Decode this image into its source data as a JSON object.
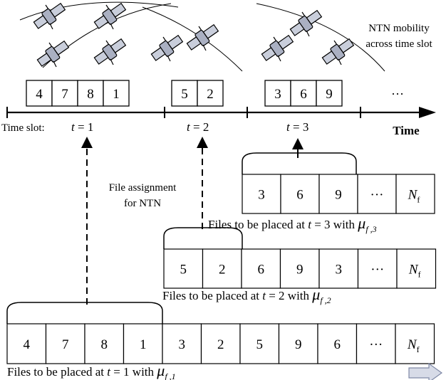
{
  "annotation": {
    "ntn_mobility_line1": "NTN mobility",
    "ntn_mobility_line2": "across time slot",
    "file_assign_line1": "File assignment",
    "file_assign_line2": "for NTN"
  },
  "timeline": {
    "label": "Time",
    "slot_prefix": "Time slot:",
    "slots": [
      {
        "t": "1",
        "boxes": [
          "4",
          "7",
          "8",
          "1"
        ]
      },
      {
        "t": "2",
        "boxes": [
          "5",
          "2"
        ]
      },
      {
        "t": "3",
        "boxes": [
          "3",
          "6",
          "9"
        ]
      }
    ],
    "ellipsis": "···"
  },
  "slot_label": {
    "var": "t",
    "eq": " = "
  },
  "rows": {
    "row3": {
      "cells": [
        "3",
        "6",
        "9",
        "···",
        "N_f"
      ],
      "caption_prefix": "Files to be placed at",
      "t": "3",
      "caption_with": "with",
      "mu_sub": "f ,3"
    },
    "row2": {
      "cells": [
        "5",
        "2",
        "6",
        "9",
        "3",
        "···",
        "N_f"
      ],
      "caption_prefix": "Files to be placed at",
      "t": "2",
      "caption_with": "with",
      "mu_sub": "f ,2"
    },
    "row1": {
      "cells": [
        "4",
        "7",
        "8",
        "1",
        "3",
        "2",
        "5",
        "9",
        "6",
        "···",
        "N_f"
      ],
      "caption_prefix": "Files to be placed at",
      "t": "1",
      "caption_with": "with",
      "mu_sub": "f ,1"
    }
  },
  "symbols": {
    "N": "N",
    "N_sub": "f",
    "mu": "μ"
  },
  "colors": {
    "stroke": "#000000",
    "satellite_body": "#c9cedb",
    "arrow_fill": "#d7dbe7"
  }
}
